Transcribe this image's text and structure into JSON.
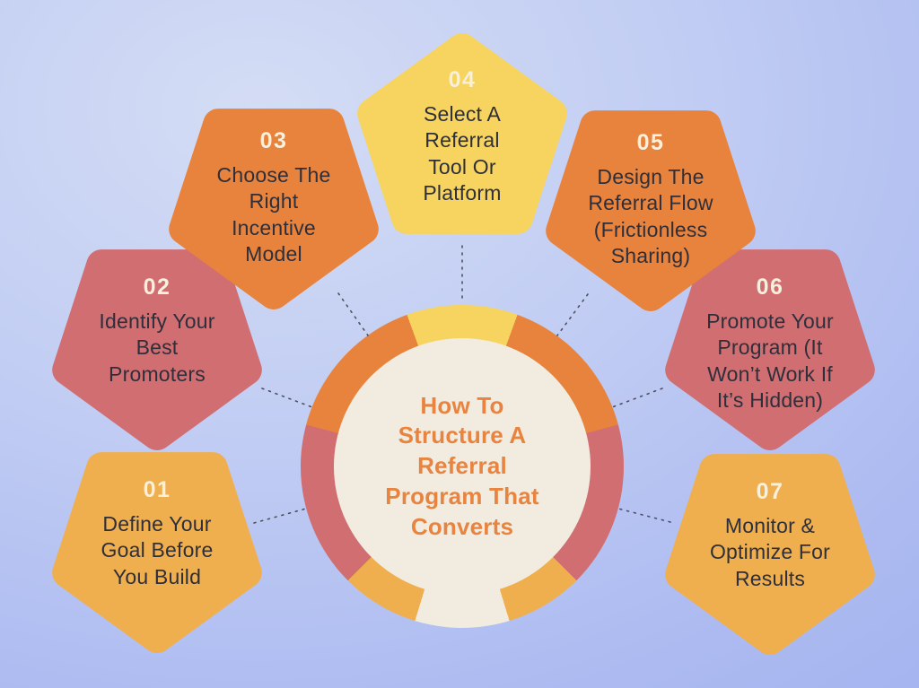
{
  "center": {
    "title": "How To Structure A Referral Program That Converts",
    "title_color": "#E8843F",
    "circle_color": "#F1ECDF"
  },
  "ring": {
    "segments": [
      {
        "color": "#F6D45F",
        "from": 0,
        "to": 20
      },
      {
        "color": "#E8833D",
        "from": 20,
        "to": 75
      },
      {
        "color": "#D06E72",
        "from": 75,
        "to": 135
      },
      {
        "color": "#EFAF4E",
        "from": 135,
        "to": 163
      },
      {
        "color": "#F1ECDF",
        "from": 163,
        "to": 197
      },
      {
        "color": "#EFAF4E",
        "from": 197,
        "to": 225
      },
      {
        "color": "#D06E72",
        "from": 225,
        "to": 285
      },
      {
        "color": "#E8833D",
        "from": 285,
        "to": 340
      },
      {
        "color": "#F6D45F",
        "from": 340,
        "to": 360
      }
    ]
  },
  "steps": [
    {
      "number": "01",
      "label": "Define Your Goal Before You Build",
      "color": "#EFAF4E"
    },
    {
      "number": "02",
      "label": "Identify Your Best Promoters",
      "color": "#D06E72"
    },
    {
      "number": "03",
      "label": "Choose The Right Incentive Model",
      "color": "#E8833D"
    },
    {
      "number": "04",
      "label": "Select A Referral Tool Or Platform",
      "color": "#F6D45F"
    },
    {
      "number": "05",
      "label": "Design The Referral Flow (Frictionless Sharing)",
      "color": "#E8833D"
    },
    {
      "number": "06",
      "label": "Promote Your Program (It Won’t Work If It’s Hidden)",
      "color": "#D06E72"
    },
    {
      "number": "07",
      "label": "Monitor & Optimize For Results",
      "color": "#EFAF4E"
    }
  ]
}
